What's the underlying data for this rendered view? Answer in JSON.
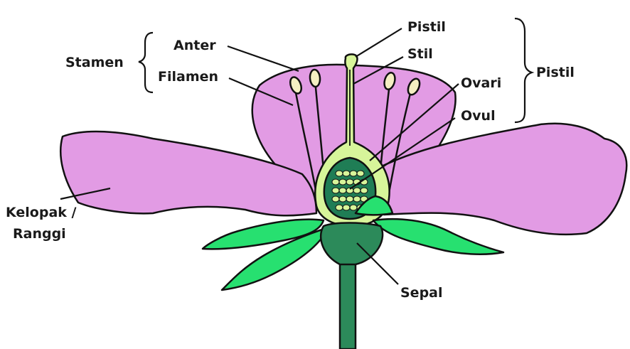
{
  "labels": {
    "stamen": "Stamen",
    "anter": "Anter",
    "filamen": "Filamen",
    "pistil_top": "Pistil",
    "stil": "Stil",
    "ovari": "Ovari",
    "ovul": "Ovul",
    "pistil_group": "Pistil",
    "kelopak_line1": "Kelopak /",
    "kelopak_line2": "Ranggi",
    "sepal": "Sepal"
  },
  "colors": {
    "petal": "#e29be4",
    "petal_inner": "#eaa8ec",
    "pistil": "#d7f59a",
    "sepal_green": "#27e070",
    "receptacle": "#2c8a5a",
    "stem": "#2c8a5a",
    "outline": "#111111"
  }
}
